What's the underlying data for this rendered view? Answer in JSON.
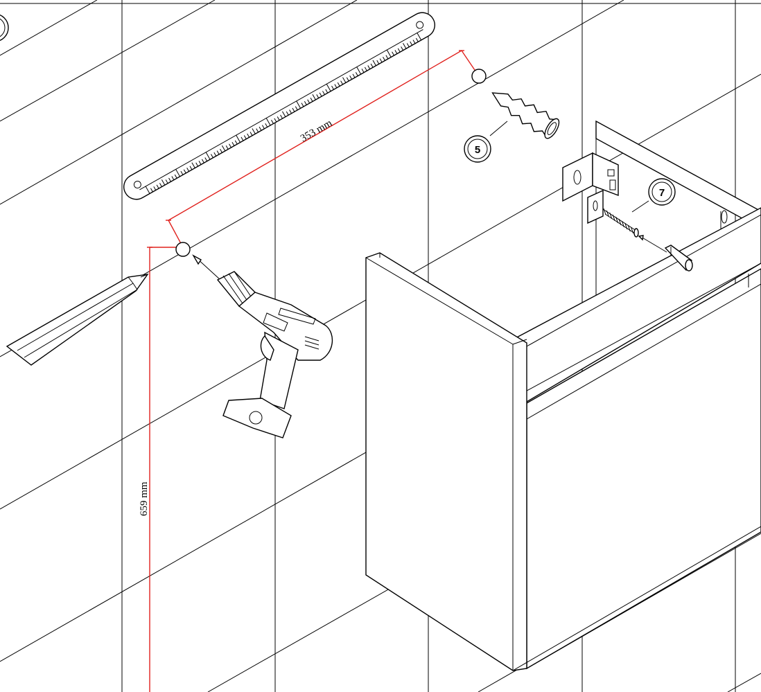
{
  "diagram": {
    "dimensions": {
      "horizontal_spacing": "353 mm",
      "height": "659 mm"
    },
    "callouts": [
      {
        "number": "5",
        "part": "wall plug"
      },
      {
        "number": "7",
        "part": "mounting bracket"
      }
    ],
    "colors": {
      "dimension_line": "#e0201c",
      "line_art": "#000000",
      "background": "#ffffff"
    },
    "icons": [
      "ruler-icon",
      "pencil-icon",
      "drill-icon",
      "wall-plug-icon",
      "bracket-icon",
      "screw-icon",
      "screwdriver-icon",
      "cabinet-icon"
    ]
  }
}
